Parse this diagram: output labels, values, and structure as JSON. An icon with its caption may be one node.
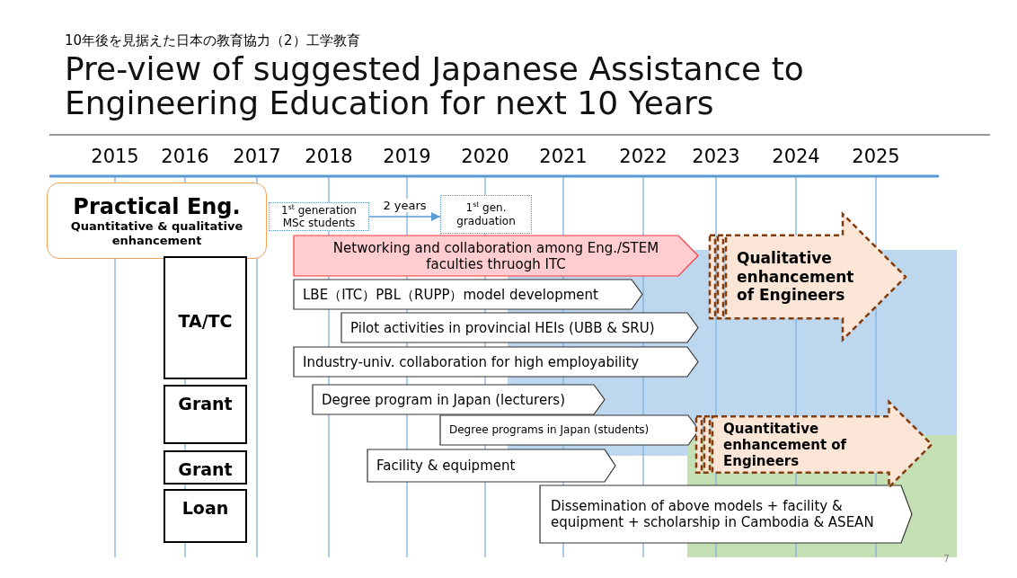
{
  "diagram": {
    "title": "Pre-view of suggested Japanese Assistance to Engineering Education for next 10 Years",
    "nodes": [
      {
        "text": [
          "Practical Eng.",
          "Quantitative & qualitative enhancement"
        ]
      },
      {
        "text": [
          "1$^{st}$ generation MSc students"
        ]
      },
      {
        "text": [
          "1$^{st}$ gen. graduation"
        ]
      },
      {
        "text": [
          "TA/TC"
        ]
      },
      {
        "text": [
          "Grant"
        ]
      },
      {
        "text": [
          "Grant"
        ]
      },
      {
        "text": [
          "Loan"
        ]
      },
      {
        "text": [
          "Networking and collaboration among Eng./STEM faculties thruogh ITC"
        ]
      },
      {
        "text": [
          "LBE（ITC）PBL（RUPP）model development"
        ]
      },
      {
        "text": [
          "Pilot activities in provincial HEIs (UBB & SRU)"
        ]
      },
      {
        "text": [
          "Industry-univ. collaboration for high employability"
        ]
      },
      {
        "text": [
          "Degree program in Japan (lecturers)"
        ]
      },
      {
        "text": [
          "Degree programs in Japan (students)"
        ]
      },
      {
        "text": [
          "Facility & equipment"
        ]
      },
      {
        "text": [
          "Dissemination of above models + facility & equipment + scholarship in Cambodia & ASEAN"
        ]
      },
      {
        "text": [
          "Qualitative enhancement of Engineers"
        ]
      },
      {
        "text": [
          "Quantitative enhancement of Engineers"
        ]
      }
    ],
    "edges": [
      {
        "from": 1,
        "to": 2,
        "arrow": "to",
        "label": "2 years"
      }
    ],
    "labels": [
      "10年後を見据えた日本の教育協力（2）工学教育",
      "2015",
      "2016",
      "2017",
      "2018",
      "2019",
      "2020",
      "2021",
      "2022",
      "2023",
      "2024",
      "2025",
      "7"
    ]
  }
}
